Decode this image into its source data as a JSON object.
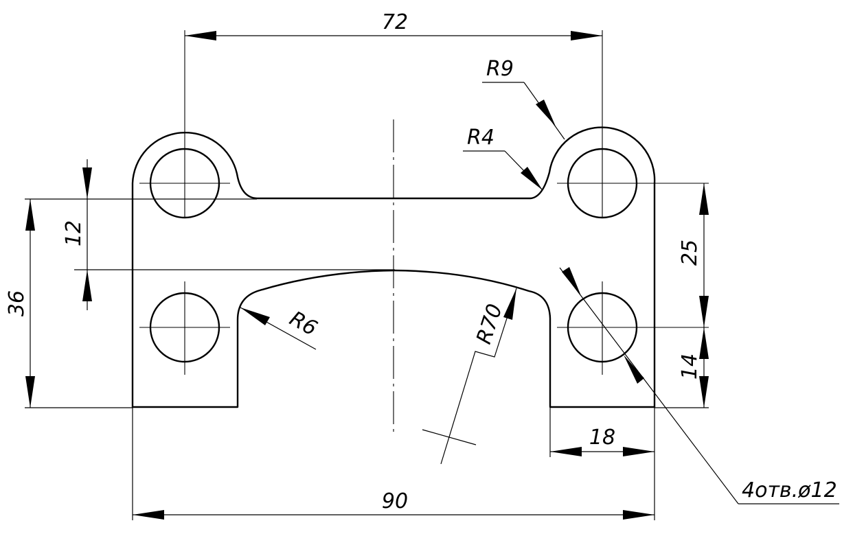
{
  "drawing": {
    "dimensions": {
      "top_width": "72",
      "bottom_width": "90",
      "left_height": "36",
      "inner_gap": "12",
      "right_upper": "25",
      "right_lower": "14",
      "foot_width": "18",
      "radius_r9": "R9",
      "radius_r4": "R4",
      "radius_r6": "R6",
      "radius_r70": "R70",
      "holes_note": "4отв.ø12"
    }
  }
}
